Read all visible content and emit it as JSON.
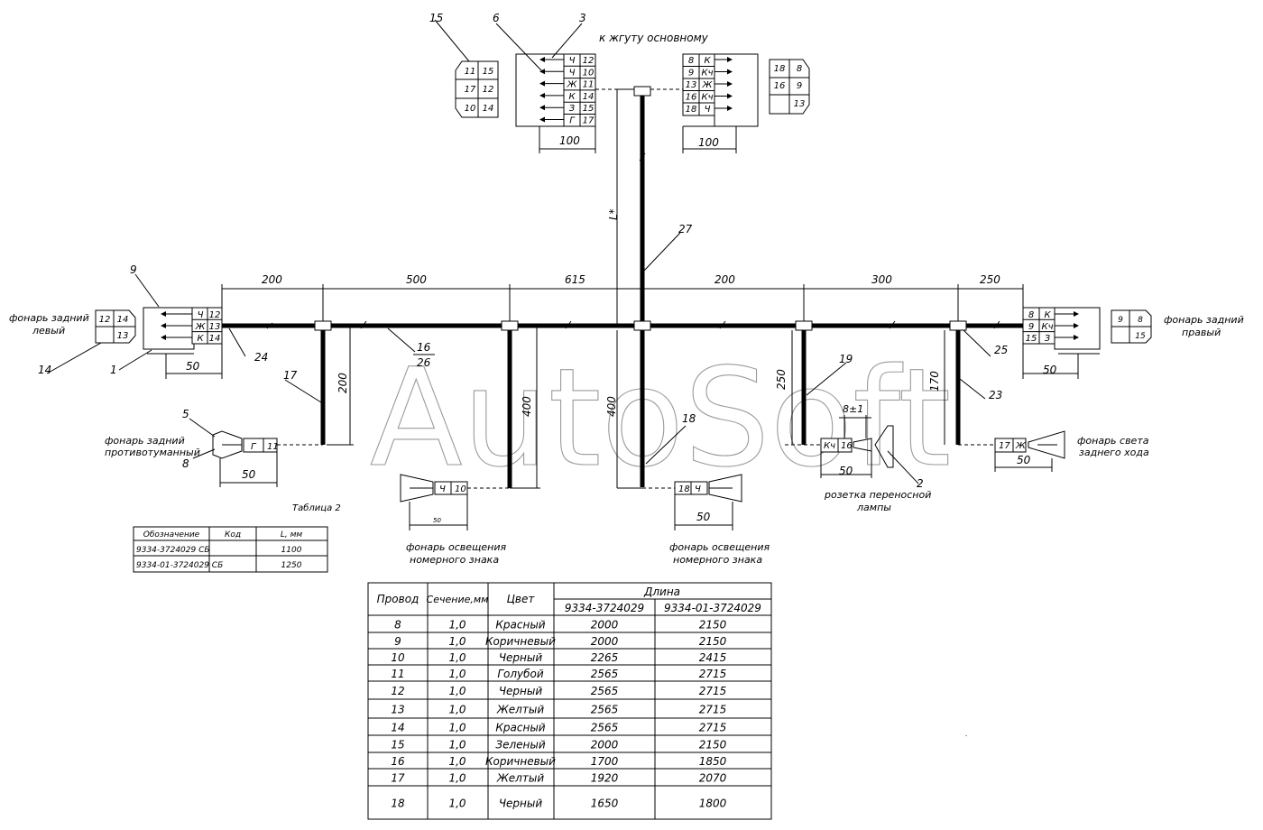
{
  "header_label": "к жгуту основному",
  "watermark": "AutoSoft",
  "lamps": {
    "rear_left": [
      "фонарь задний",
      "левый"
    ],
    "rear_right": [
      "фонарь задний",
      "правый"
    ],
    "fog": [
      "фонарь задний",
      "противотуманный"
    ],
    "reverse": [
      "фонарь света",
      "заднего хода"
    ],
    "plate_left": [
      "фонарь освещения",
      "номерного знака"
    ],
    "plate_right": [
      "фонарь освещения",
      "номерного знака"
    ],
    "socket": [
      "розетка переносной",
      "лампы"
    ]
  },
  "dimensions": {
    "top": [
      "200",
      "500",
      "615",
      "200",
      "300",
      "250"
    ],
    "conn_top_left": "100",
    "conn_top_right": "100",
    "left_conn": "50",
    "right_conn": "50",
    "fog": "50",
    "reverse": "50",
    "socket": "50",
    "plate_left": "50",
    "plate_right": "50",
    "branch17": "200",
    "branch16": "400",
    "branch18": "400",
    "branch19": "250",
    "branch23": "170",
    "trunk": "L*",
    "socket_pin": "8±1"
  },
  "callouts": [
    "1",
    "2",
    "3",
    "5",
    "6",
    "8",
    "9",
    "14",
    "15",
    "16",
    "17",
    "18",
    "19",
    "23",
    "24",
    "25",
    "26",
    "27"
  ],
  "connector_top_left": {
    "rows": [
      {
        "code": "Ч",
        "pin": "12"
      },
      {
        "code": "Ч",
        "pin": "10"
      },
      {
        "code": "Ж",
        "pin": "11"
      },
      {
        "code": "К",
        "pin": "14"
      },
      {
        "code": "З",
        "pin": "15"
      },
      {
        "code": "Г",
        "pin": "17"
      }
    ]
  },
  "connector_top_right": {
    "rows": [
      {
        "pin": "8",
        "code": "К"
      },
      {
        "pin": "9",
        "code": "Кч"
      },
      {
        "pin": "13",
        "code": "Ж"
      },
      {
        "pin": "16",
        "code": "Кч"
      },
      {
        "pin": "18",
        "code": "Ч"
      }
    ]
  },
  "pinout_15": [
    [
      "11",
      "15"
    ],
    [
      "17",
      "12"
    ],
    [
      "10",
      "14"
    ]
  ],
  "pinout_right": [
    [
      "18",
      "8"
    ],
    [
      "16",
      "9"
    ],
    [
      "",
      "13"
    ]
  ],
  "pinout_14": [
    [
      "12",
      "14"
    ],
    [
      "",
      "13"
    ]
  ],
  "pinout_rear_right": [
    [
      "9",
      "8"
    ],
    [
      "",
      "15"
    ]
  ],
  "connector_left": [
    {
      "code": "Ч",
      "pin": "12"
    },
    {
      "code": "Ж",
      "pin": "13"
    },
    {
      "code": "К",
      "pin": "14"
    }
  ],
  "connector_right": [
    {
      "pin": "8",
      "code": "К"
    },
    {
      "pin": "9",
      "code": "Кч"
    },
    {
      "pin": "15",
      "code": "З"
    }
  ],
  "plug_fog": {
    "code": "Г",
    "pin": "11"
  },
  "plug_plate_left": {
    "code": "Ч",
    "pin": "10"
  },
  "plug_plate_right": {
    "pin": "18",
    "code": "Ч"
  },
  "plug_socket": {
    "code": "Кч",
    "pin": "16"
  },
  "plug_reverse": {
    "pin": "17",
    "code": "Ж"
  },
  "table2": {
    "title": "Таблица 2",
    "headers": [
      "Обозначение",
      "Код",
      "L, мм"
    ],
    "rows": [
      [
        "9334-3724029 СБ",
        "",
        "1100"
      ],
      [
        "9334-01-3724029 СБ",
        "",
        "1250"
      ]
    ]
  },
  "wire_table": {
    "headers": {
      "wire": "Провод",
      "section": "Сечение,мм",
      "color": "Цвет",
      "length": "Длина",
      "len_a": "9334-3724029",
      "len_b": "9334-01-3724029"
    },
    "rows": [
      [
        "8",
        "1,0",
        "Красный",
        "2000",
        "2150"
      ],
      [
        "9",
        "1,0",
        "Коричневый",
        "2000",
        "2150"
      ],
      [
        "10",
        "1,0",
        "Черный",
        "2265",
        "2415"
      ],
      [
        "11",
        "1,0",
        "Голубой",
        "2565",
        "2715"
      ],
      [
        "12",
        "1,0",
        "Черный",
        "2565",
        "2715"
      ],
      [
        "13",
        "1,0",
        "Желтый",
        "2565",
        "2715"
      ],
      [
        "14",
        "1,0",
        "Красный",
        "2565",
        "2715"
      ],
      [
        "15",
        "1,0",
        "Зеленый",
        "2000",
        "2150"
      ],
      [
        "16",
        "1,0",
        "Коричневый",
        "1700",
        "1850"
      ],
      [
        "17",
        "1,0",
        "Желтый",
        "1920",
        "2070"
      ],
      [
        "18",
        "1,0",
        "Черный",
        "1650",
        "1800"
      ]
    ]
  }
}
